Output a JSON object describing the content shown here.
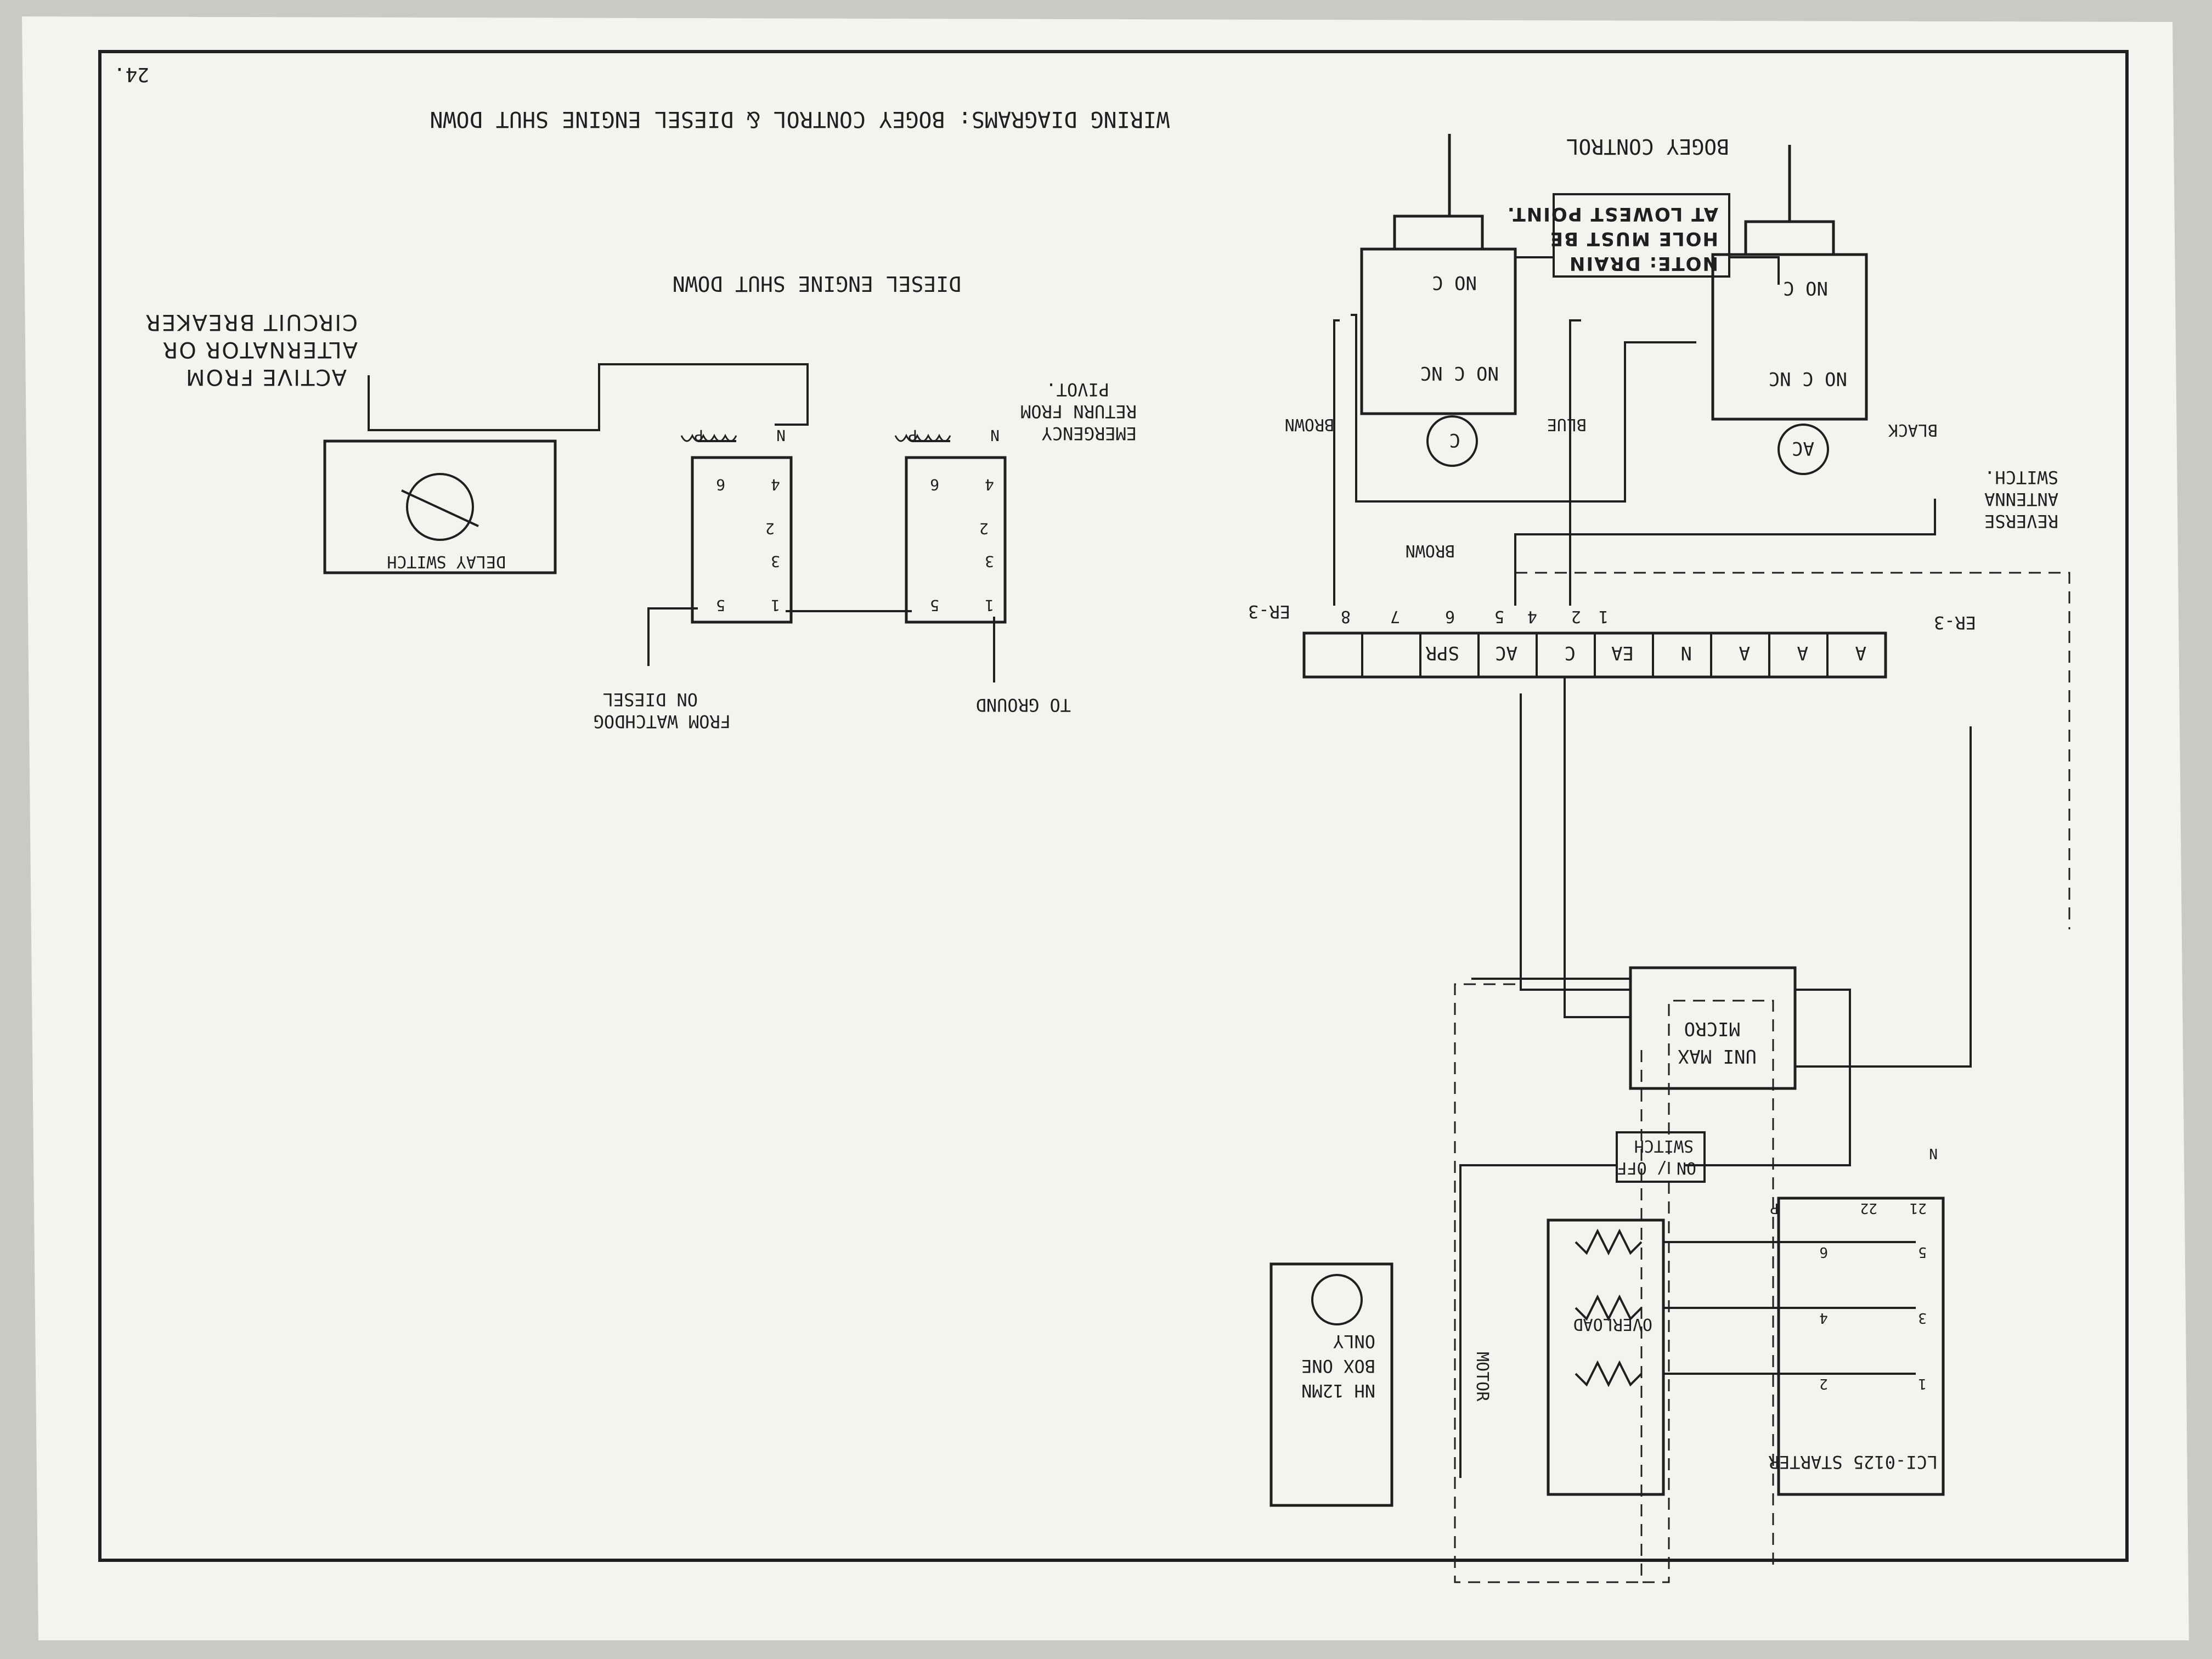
{
  "page": {
    "page_number": "24.",
    "title": "WIRING DIAGRAMS:  BOGEY CONTROL & DIESEL ENGINE SHUT DOWN"
  },
  "bogey": {
    "section_title": "BOGEY CONTROL",
    "note_lines": [
      "NOTE: DRAIN",
      "HOLE MUST BE",
      "AT LOWEST POINT."
    ],
    "switch_c": {
      "label": "C",
      "contact_top": "NO C NC",
      "contact_bottom": "NO C"
    },
    "switch_ac": {
      "label": "AC",
      "contact_top": "NO C NC",
      "contact_bottom": "NO C"
    },
    "wire_labels": {
      "brown": "BROWN",
      "blue": "BLUE",
      "black": "BLACK",
      "brown2": "BROWN"
    },
    "reverse_switch_lines": [
      "REVERSE",
      "ANTENNA",
      "SWITCH."
    ],
    "terminal_numbers": [
      "1",
      "2",
      "4",
      "5",
      "6",
      "7",
      "8"
    ],
    "terminal_labels": [
      "A",
      "A",
      "A",
      "N",
      "EA",
      "C",
      "AC",
      "SPR",
      "",
      ""
    ],
    "er3_right": "ER-3",
    "er3_left": "ER-3",
    "micro_switch_lines": [
      "UNI MAX",
      "MICRO"
    ],
    "on_off_lines": [
      "ON / OFF",
      "SWITCH"
    ],
    "starter_label": "LCI-0125 STARTER",
    "overload_label": "OVERLOAD",
    "motor_label": "MOTOR",
    "nh_box_lines": [
      "NH 12MN",
      "BOX ONE",
      "ONLY"
    ],
    "starter_terminals": [
      "1",
      "2",
      "3",
      "4",
      "5",
      "6",
      "21",
      "22",
      "N",
      "P"
    ]
  },
  "diesel": {
    "section_title": "DIESEL ENGINE SHUT DOWN",
    "relay_terminals": [
      "1",
      "5",
      "3",
      "2",
      "4",
      "6"
    ],
    "coil_labels": [
      "N",
      "P"
    ],
    "emergency_lines": [
      "EMERGENCY",
      "RETURN FROM",
      "PIVOT."
    ],
    "to_ground": "TO GROUND",
    "watchdog_lines": [
      "FROM WATCHDOG",
      "ON DIESEL"
    ],
    "delay_switch": "DELAY SWITCH",
    "active_lines": [
      "ACTIVE  FROM",
      "ALTERNATOR  OR",
      "CIRCUIT  BREAKER"
    ]
  }
}
